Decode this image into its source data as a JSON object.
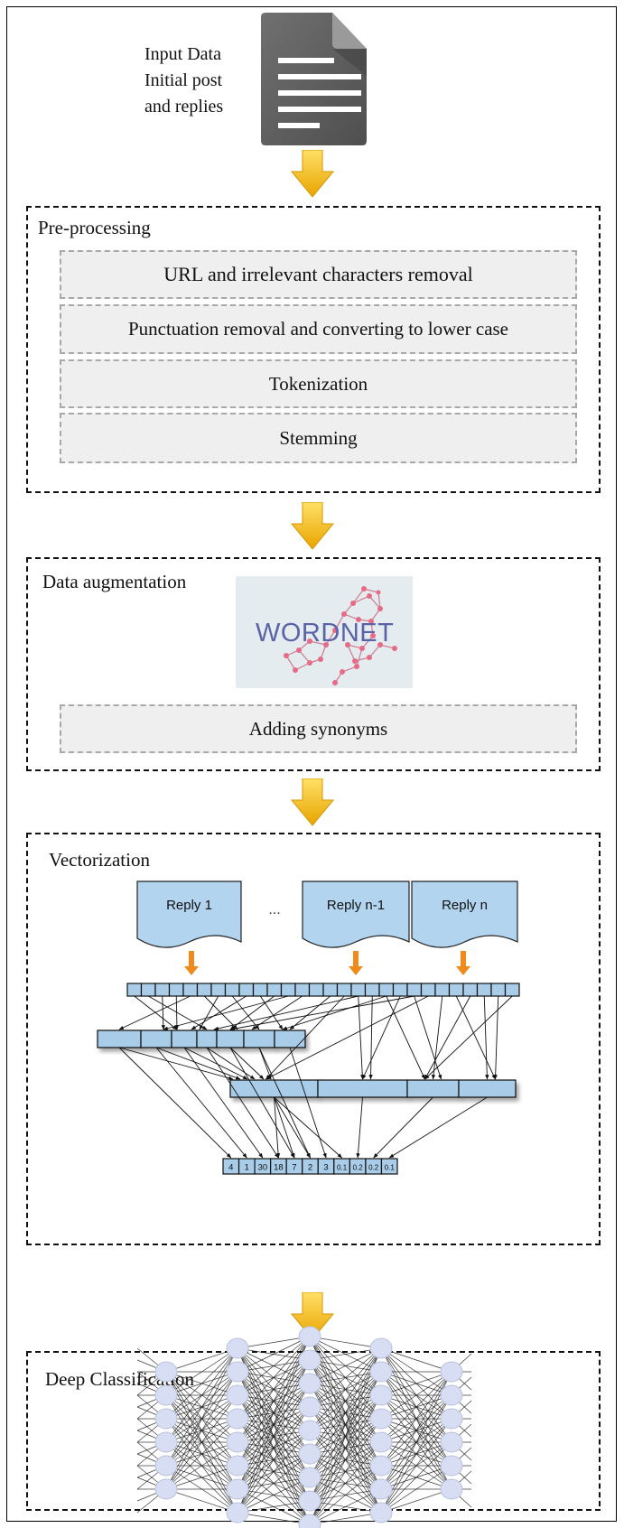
{
  "input": {
    "label_lines": [
      "Input Data",
      "Initial post",
      "and replies"
    ],
    "icon": "document-icon"
  },
  "preprocessing": {
    "title": "Pre-processing",
    "steps": [
      "URL and irrelevant characters removal",
      "Punctuation removal and converting to lower case",
      "Tokenization",
      "Stemming"
    ]
  },
  "augmentation": {
    "title": "Data augmentation",
    "logo_text": "WORDNET",
    "step": "Adding synonyms"
  },
  "vectorization": {
    "title": "Vectorization",
    "replies": [
      "Reply 1",
      "Reply n-1",
      "Reply n"
    ],
    "ellipsis": "...",
    "vector_values": [
      "4",
      "1",
      "30",
      "18",
      "7",
      "2",
      "3",
      "0.1",
      "0.2",
      "0.2",
      "0.1"
    ]
  },
  "classification": {
    "title": "Deep Classification",
    "layer_sizes": [
      6,
      8,
      9,
      8,
      6
    ]
  },
  "colors": {
    "arrow_top": "#ffe066",
    "arrow_bottom": "#e8a400",
    "cell_fill": "#a9cce8",
    "reply_fill": "#b3d4ee",
    "orange_arrow": "#f08a1a",
    "node_fill": "#d7def4",
    "wordnet_bg": "#e4ecef",
    "wordnet_text": "#5b63a8",
    "wordnet_nodes": "#e56b87"
  }
}
